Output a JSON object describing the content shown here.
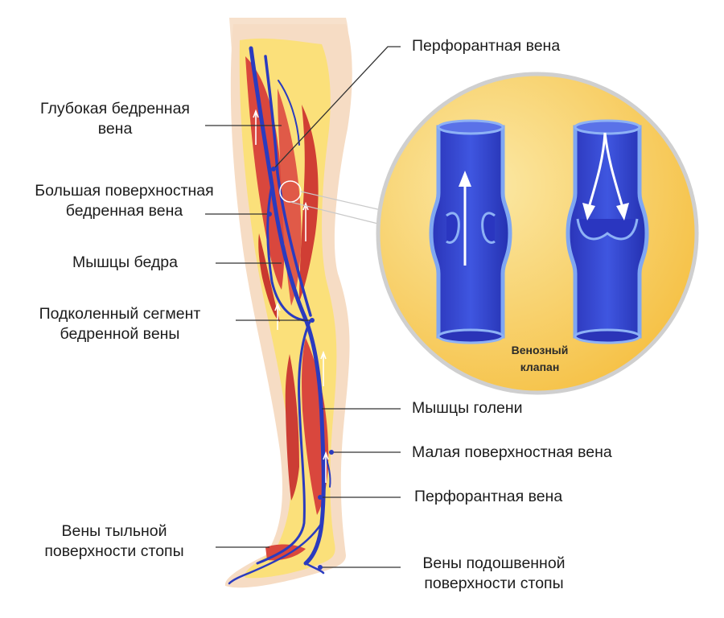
{
  "labels": {
    "deep_femoral": [
      "Глубокая бедренная",
      "вена"
    ],
    "great_saphenous": [
      "Большая поверхностная",
      "бедренная вена"
    ],
    "thigh_muscles": "Мышцы бедра",
    "popliteal": [
      "Подколенный сегмент",
      "бедренной вены"
    ],
    "dorsal_foot": [
      "Вены тыльной",
      "поверхности стопы"
    ],
    "perforator_top": "Перфорантная вена",
    "calf_muscles": "Мышцы голени",
    "small_saphenous": "Малая поверхностная вена",
    "perforator_bottom": "Перфорантная вена",
    "plantar_foot": [
      "Вены подошвенной",
      "поверхности стопы"
    ],
    "valve": [
      "Венозный",
      "клапан"
    ]
  },
  "colors": {
    "skin": "#f6dcc4",
    "fat": "#fbe07a",
    "muscle": "#d9473d",
    "vein": "#2a3bbf",
    "vein_light": "#6a8bf0",
    "circle": "#f6c453",
    "leader": "#333333"
  }
}
